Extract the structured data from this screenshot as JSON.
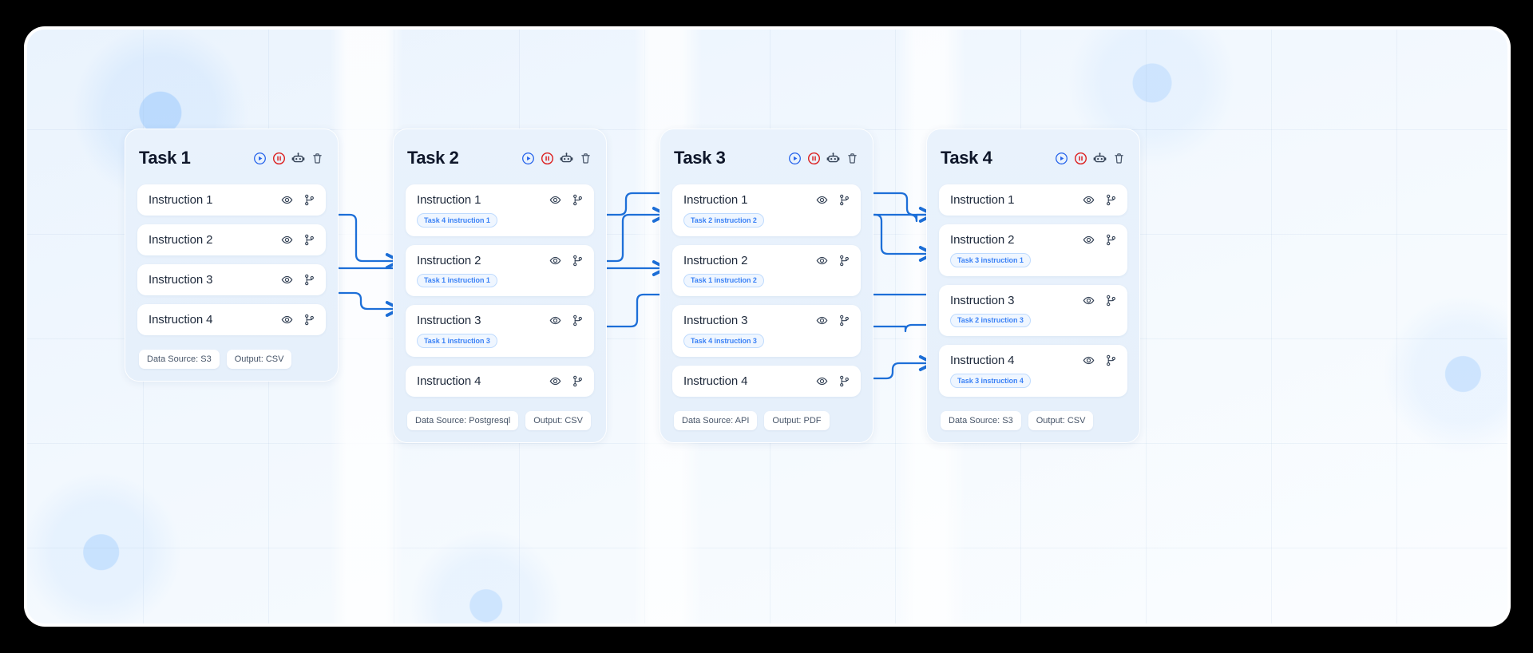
{
  "canvas": {
    "accent_blue": "#1d6fd8",
    "badge_text_color": "#3b82f6",
    "play_color": "#2563eb",
    "pause_color": "#dc2626",
    "robot_color": "#334155",
    "trash_color": "#475569"
  },
  "action_icons": [
    {
      "name": "play-icon",
      "label": "Run"
    },
    {
      "name": "pause-icon",
      "label": "Pause"
    },
    {
      "name": "robot-icon",
      "label": "Agent"
    },
    {
      "name": "trash-icon",
      "label": "Delete"
    }
  ],
  "instruction_icons": [
    {
      "name": "eye-icon",
      "label": "Preview"
    },
    {
      "name": "git-branch-icon",
      "label": "Dependencies"
    }
  ],
  "tasks": [
    {
      "title": "Task 1",
      "instructions": [
        {
          "label": "Instruction 1",
          "badge": null
        },
        {
          "label": "Instruction 2",
          "badge": null
        },
        {
          "label": "Instruction 3",
          "badge": null
        },
        {
          "label": "Instruction 4",
          "badge": null
        }
      ],
      "footer": [
        {
          "label": "Data Source: S3"
        },
        {
          "label": "Output: CSV"
        }
      ]
    },
    {
      "title": "Task 2",
      "instructions": [
        {
          "label": "Instruction 1",
          "badge": "Task 4 instruction 1"
        },
        {
          "label": "Instruction 2",
          "badge": "Task 1 instruction 1"
        },
        {
          "label": "Instruction 3",
          "badge": "Task 1 instruction 3"
        },
        {
          "label": "Instruction 4",
          "badge": null
        }
      ],
      "footer": [
        {
          "label": "Data Source: Postgresql"
        },
        {
          "label": "Output: CSV"
        }
      ]
    },
    {
      "title": "Task 3",
      "instructions": [
        {
          "label": "Instruction 1",
          "badge": "Task 2 instruction 2"
        },
        {
          "label": "Instruction 2",
          "badge": "Task 1 instruction 2"
        },
        {
          "label": "Instruction 3",
          "badge": "Task 4 instruction 3"
        },
        {
          "label": "Instruction 4",
          "badge": null
        }
      ],
      "footer": [
        {
          "label": "Data Source: API"
        },
        {
          "label": "Output: PDF"
        }
      ]
    },
    {
      "title": "Task 4",
      "instructions": [
        {
          "label": "Instruction 1",
          "badge": null
        },
        {
          "label": "Instruction 2",
          "badge": "Task 3 instruction 1"
        },
        {
          "label": "Instruction 3",
          "badge": "Task 2 instruction 3"
        },
        {
          "label": "Instruction 4",
          "badge": "Task 3 instruction 4"
        }
      ],
      "footer": [
        {
          "label": "Data Source: S3"
        },
        {
          "label": "Output: CSV"
        }
      ]
    }
  ],
  "connections": [
    {
      "from": "Task 1 / Instruction 1",
      "to": "Task 2 / Instruction 2"
    },
    {
      "from": "Task 1 / Instruction 2",
      "to": "Task 3 / Instruction 2"
    },
    {
      "from": "Task 1 / Instruction 3",
      "to": "Task 2 / Instruction 3"
    },
    {
      "from": "Task 2 / Instruction 2",
      "to": "Task 3 / Instruction 1"
    },
    {
      "from": "Task 2 / Instruction 3",
      "to": "Task 4 / Instruction 3"
    },
    {
      "from": "Task 3 / Instruction 1",
      "to": "Task 4 / Instruction 1"
    },
    {
      "from": "Task 3 / Instruction 1",
      "to": "Task 4 / Instruction 2"
    },
    {
      "from": "Task 3 / Instruction 4",
      "to": "Task 4 / Instruction 4"
    },
    {
      "from": "Task 4 / Instruction 1",
      "to": "Task 2 / Instruction 1"
    },
    {
      "from": "Task 4 / Instruction 3",
      "to": "Task 3 / Instruction 3"
    }
  ]
}
